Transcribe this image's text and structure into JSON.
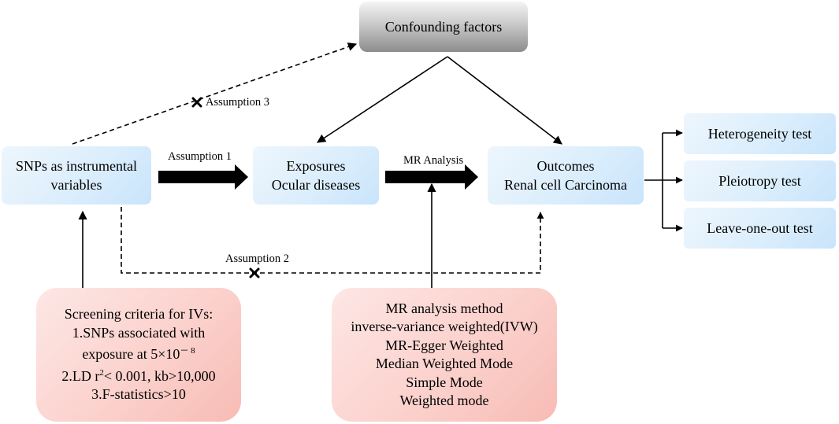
{
  "nodes": {
    "confounding": "Confounding factors",
    "snps": [
      "SNPs as instrumental",
      "variables"
    ],
    "exposures": [
      "Exposures",
      "Ocular diseases"
    ],
    "outcomes": [
      "Outcomes",
      "Renal cell Carcinoma"
    ],
    "heterogeneity": "Heterogeneity test",
    "pleiotropy": "Pleiotropy test",
    "leave_one_out": "Leave-one-out test"
  },
  "screening": {
    "title": "Screening criteria for IVs:",
    "line1": "1.SNPs associated with",
    "line2_prefix": "exposure at 5×10",
    "line2_exp": "－ 8",
    "line3_prefix": "2.LD r",
    "line3_sup": "2",
    "line3_suffix": "< 0.001, kb>10,000",
    "line4": "3.F-statistics>10"
  },
  "methods": [
    "MR analysis method",
    "inverse-variance weighted(IVW)",
    "MR-Egger Weighted",
    "Median Weighted Mode",
    "Simple Mode",
    "Weighted mode"
  ],
  "labels": {
    "assumption1": "Assumption 1",
    "assumption2": "Assumption 2",
    "assumption3": "Assumption 3",
    "mr_analysis": "MR Analysis"
  }
}
